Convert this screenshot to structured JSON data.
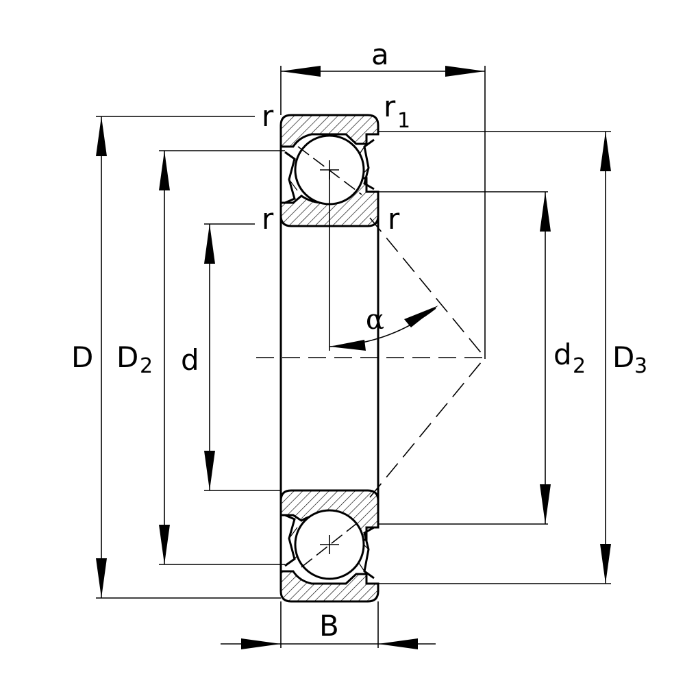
{
  "labels": {
    "a": "a",
    "r_top_left": "r",
    "r1_main": "r",
    "r1_sub": "1",
    "r_mid_left": "r",
    "r_mid_right": "r",
    "alpha": "α",
    "D": "D",
    "D2_main": "D",
    "D2_sub": "2",
    "d": "d",
    "d2_main": "d",
    "d2_sub": "2",
    "D3_main": "D",
    "D3_sub": "3",
    "B": "B"
  }
}
